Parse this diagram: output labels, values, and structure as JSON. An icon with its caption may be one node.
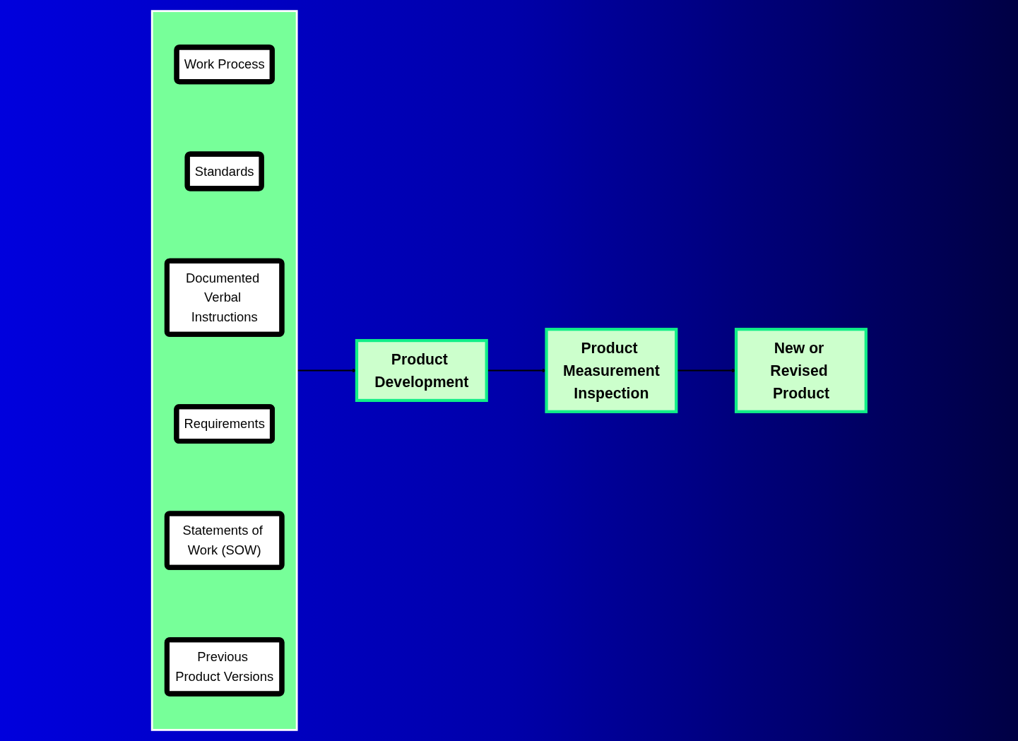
{
  "diagram": {
    "nodes": [
      {
        "text": [],
        "shape": "box"
      },
      {
        "text": [
          "Work Process"
        ],
        "in": 0
      },
      {
        "text": [
          "Standards"
        ],
        "in": 0
      },
      {
        "text": [
          "Documented Verbal Instructions"
        ],
        "in": 0
      },
      {
        "text": [
          "Requirements"
        ],
        "in": 0
      },
      {
        "text": [
          "Statements of Work (SOW)"
        ],
        "in": 0
      },
      {
        "text": [
          "Previous Product Versions"
        ],
        "in": 0
      },
      {
        "text": [
          "Product Development"
        ]
      },
      {
        "text": [
          "Product Measurement",
          "Inspection"
        ]
      },
      {
        "text": [
          "New or Revised Product"
        ]
      }
    ],
    "edges": [
      {
        "from": 0,
        "to": 7,
        "arrow": "to"
      },
      {
        "from": 7,
        "to": 8,
        "arrow": "to"
      },
      {
        "from": 8,
        "to": 9,
        "arrow": "to"
      }
    ]
  }
}
